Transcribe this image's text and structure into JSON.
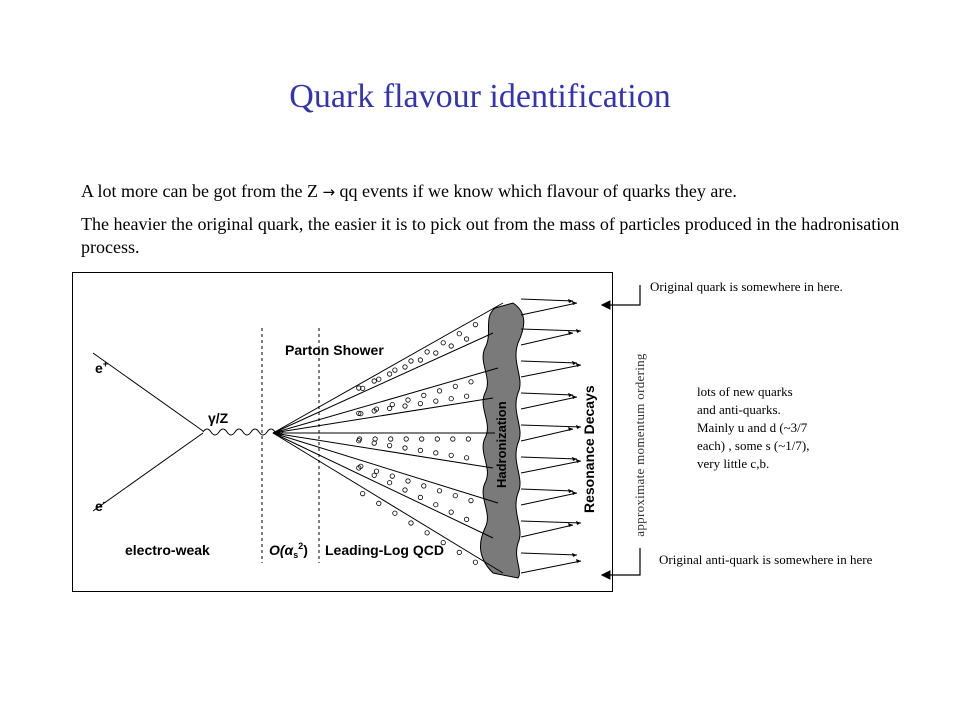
{
  "title": "Quark flavour identification",
  "para1": {
    "before": "A lot more can be got from the Z ",
    "arrow": "→",
    "after": " qq events if we know which flavour of quarks they are."
  },
  "para2": "The heavier the original quark, the easier it is to pick out from the mass of particles produced in the hadronisation process.",
  "diagram": {
    "e_plus": "e",
    "e_plus_sup": "+",
    "e_minus": "e",
    "e_minus_sup": "-",
    "gamma_z": "γ/Z",
    "parton_shower": "Parton Shower",
    "hadronization": "Hadronization",
    "resonance_decays": "Resonance Decays",
    "electro_weak": "electro-weak",
    "order_label": "O(α",
    "order_sub": "s",
    "order_sup": "2",
    "order_close": ")",
    "leading_log": "Leading-Log QCD"
  },
  "notes": {
    "top": "Original quark is somewhere in here.",
    "middle_lines": [
      "lots of new quarks",
      "and anti-quarks.",
      "Mainly u and d (~3/7",
      "each) , some s (~1/7),",
      "very little c,b."
    ],
    "bottom": "Original anti-quark is somewhere in here",
    "vertical": "approximate momentum ordering"
  },
  "colors": {
    "title": "#3333b3",
    "hadronization_band": "#7a7a7a"
  }
}
